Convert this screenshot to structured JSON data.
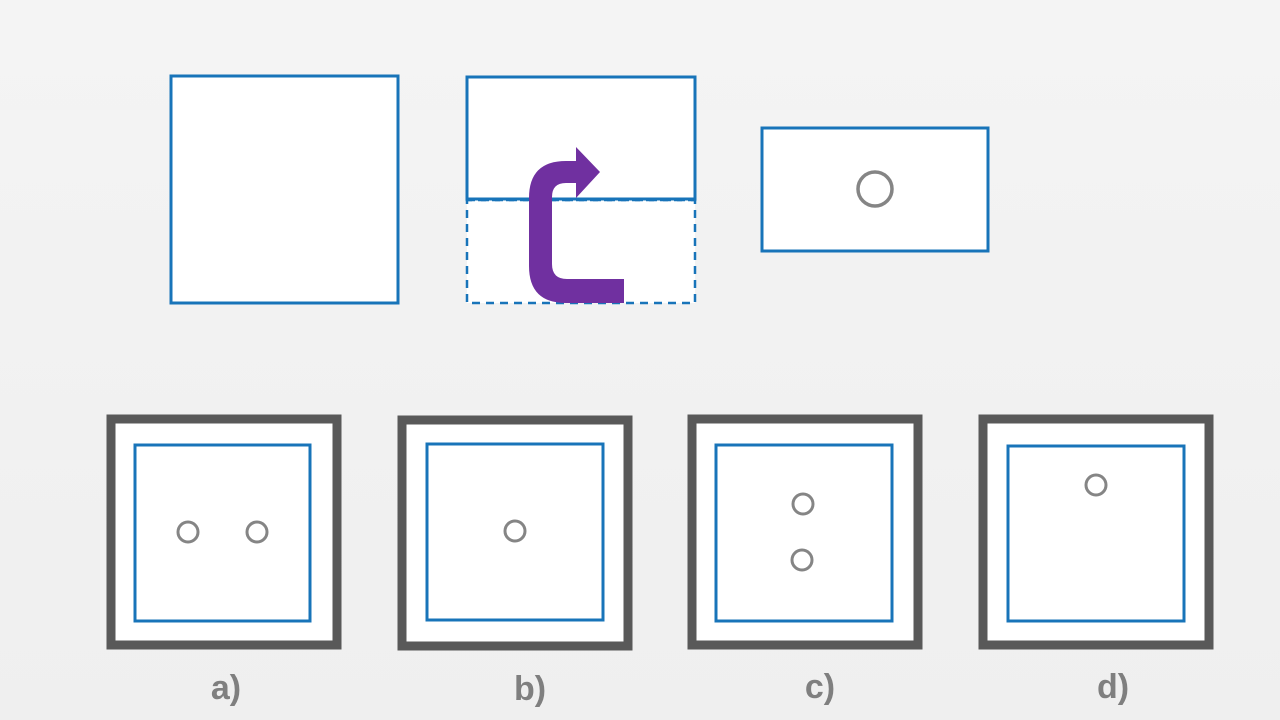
{
  "puzzle": {
    "options": [
      {
        "label": "a)",
        "holes": 2,
        "arrangement": "horizontal"
      },
      {
        "label": "b)",
        "holes": 1,
        "arrangement": "center"
      },
      {
        "label": "c)",
        "holes": 2,
        "arrangement": "vertical"
      },
      {
        "label": "d)",
        "holes": 1,
        "arrangement": "top"
      }
    ]
  },
  "colors": {
    "paper_border": "#1874b9",
    "frame_border": "#595959",
    "hole": "#858585",
    "arrow": "#7030a0",
    "label": "#7f7f7f",
    "background": "#f1f1f1"
  },
  "icons": {
    "fold": "curved-up-arrow-icon"
  }
}
